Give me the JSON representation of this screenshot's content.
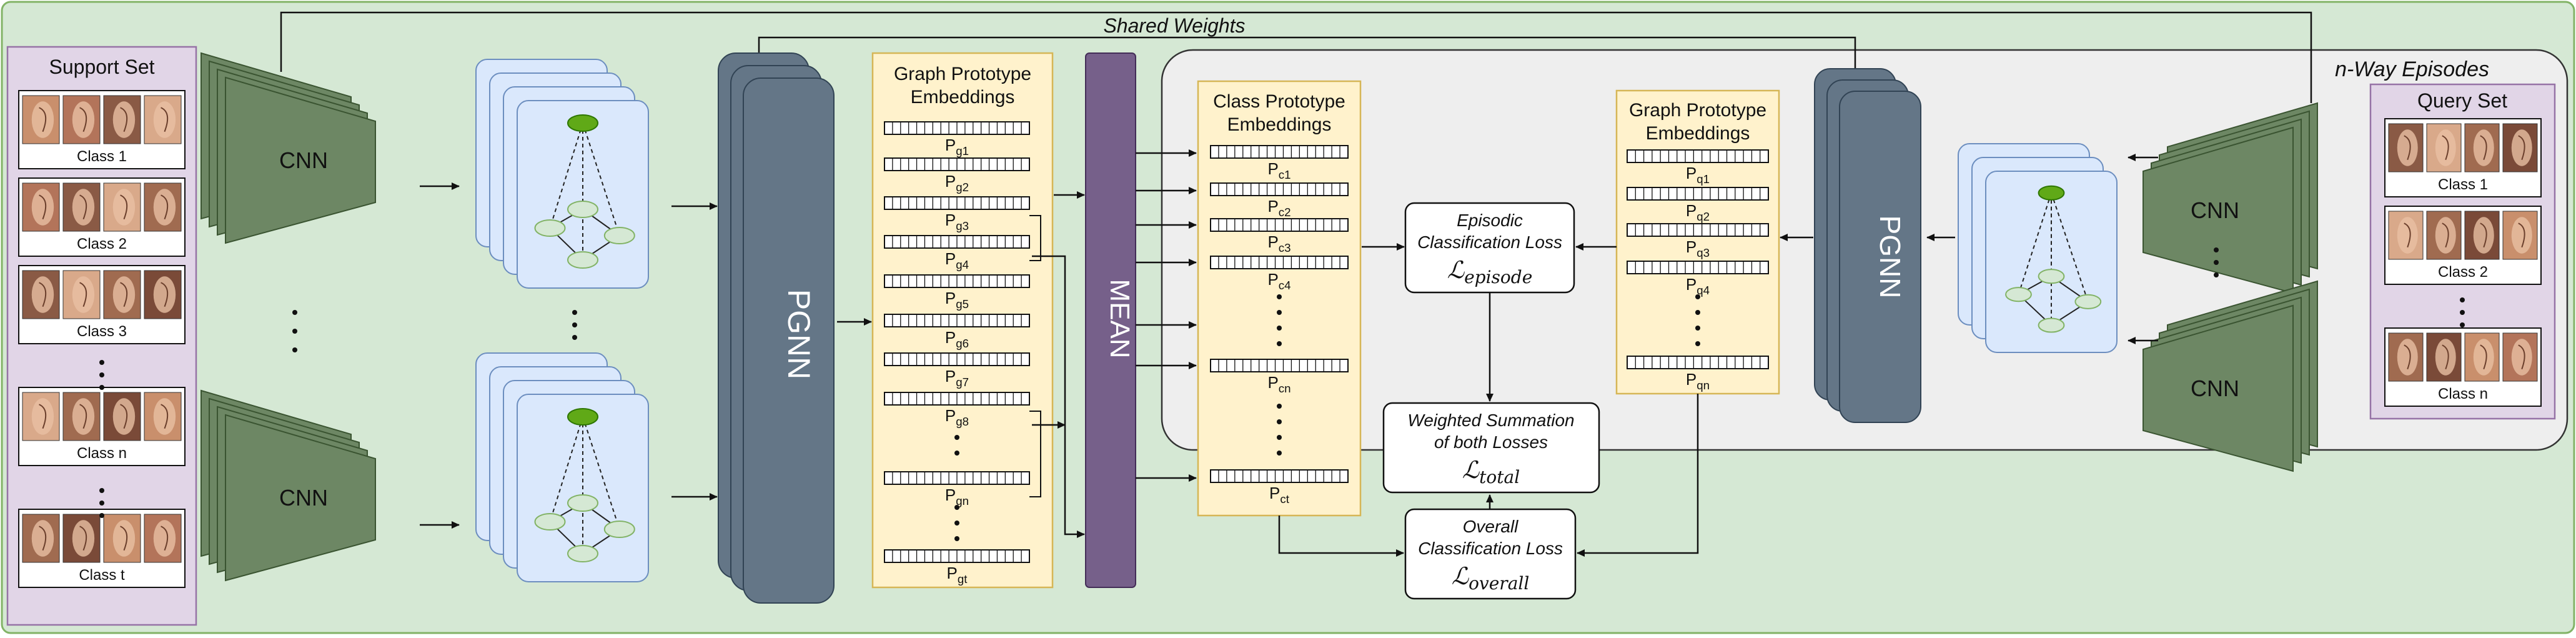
{
  "diagram": {
    "shared_weights": "Shared Weights",
    "n_way_episodes": "n-Way Episodes",
    "support_set": {
      "title": "Support Set",
      "classes": [
        "Class 1",
        "Class 2",
        "Class 3",
        "Class n",
        "Class t"
      ]
    },
    "query_set": {
      "title": "Query Set",
      "classes": [
        "Class 1",
        "Class 2",
        "Class n"
      ]
    },
    "cnn_label": "CNN",
    "pgnn_label": "PGNN",
    "mean_label": "MEAN",
    "graph_prototype_title": [
      "Graph Prototype",
      "Embeddings"
    ],
    "class_prototype_title": [
      "Class Prototype",
      "Embeddings"
    ],
    "query_prototype_title": [
      "Graph Prototype",
      "Embeddings"
    ],
    "graph_prototypes": [
      {
        "base": "P",
        "sub": "g1"
      },
      {
        "base": "P",
        "sub": "g2"
      },
      {
        "base": "P",
        "sub": "g3"
      },
      {
        "base": "P",
        "sub": "g4"
      },
      {
        "base": "P",
        "sub": "g5"
      },
      {
        "base": "P",
        "sub": "g6"
      },
      {
        "base": "P",
        "sub": "g7"
      },
      {
        "base": "P",
        "sub": "g8"
      },
      {
        "base": "P",
        "sub": "gn"
      },
      {
        "base": "P",
        "sub": "gt"
      }
    ],
    "class_prototypes": [
      {
        "base": "P",
        "sub": "c1"
      },
      {
        "base": "P",
        "sub": "c2"
      },
      {
        "base": "P",
        "sub": "c3"
      },
      {
        "base": "P",
        "sub": "c4"
      },
      {
        "base": "P",
        "sub": "cn"
      },
      {
        "base": "P",
        "sub": "ct"
      }
    ],
    "query_prototypes": [
      {
        "base": "P",
        "sub": "q1"
      },
      {
        "base": "P",
        "sub": "q2"
      },
      {
        "base": "P",
        "sub": "q3"
      },
      {
        "base": "P",
        "sub": "q4"
      },
      {
        "base": "P",
        "sub": "qn"
      }
    ],
    "episodic_loss": {
      "lines": [
        "Episodic",
        "Classification Loss"
      ],
      "symbol": "ℒ",
      "sub": "episode"
    },
    "weighted_sum": {
      "lines": [
        "Weighted Summation",
        "of both Losses"
      ],
      "symbol": "ℒ",
      "sub": "total"
    },
    "overall_loss": {
      "lines": [
        "Overall",
        "Classification Loss"
      ],
      "symbol": "ℒ",
      "sub": "overall"
    },
    "colors": {
      "background": "#d5e8d4",
      "set_panel": "#e1d5e7",
      "episode_panel": "#eeeeee",
      "cnn": "#6d8764",
      "pgnn": "#647687",
      "mean": "#76608a",
      "embedding_panel": "#fff2cc",
      "graph_card": "#dae8fc",
      "root_node": "#60a917",
      "leaf_node": "#d5e8d4"
    }
  }
}
